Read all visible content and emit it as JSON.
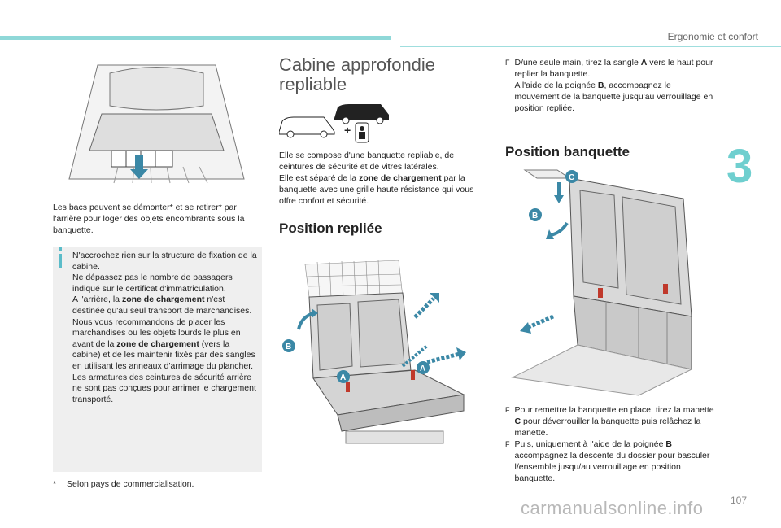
{
  "header": {
    "title": "Ergonomie et confort",
    "chapter": "3"
  },
  "page_number": "107",
  "watermark": "carmanualsonline.info",
  "left": {
    "intro": "Les bacs peuvent se démonter* et se retirer* par l'arrière pour loger des objets encombrants sous la banquette.",
    "note_lines": [
      "N'accrochez rien sur la structure de fixation de la cabine.",
      "Ne dépassez pas le nombre de passagers indiqué sur le certificat d'immatriculation.",
      "A l'arrière, la ",
      "zone de chargement",
      " n'est destinée qu'au seul transport de marchandises.",
      "Nous vous recommandons de placer les marchandises ou les objets lourds le plus en avant de la ",
      "zone de chargement",
      " (vers la cabine) et de les maintenir fixés par des sangles en utilisant les anneaux d'arrimage du plancher.",
      "Les armatures des ceintures de sécurité arrière ne sont pas conçues pour arrimer le chargement transporté."
    ],
    "footnote_star": "*",
    "footnote": "Selon pays de commercialisation."
  },
  "middle": {
    "title": "Cabine approfondie repliable",
    "intro_a": "Elle se compose d'une banquette repliable, de ceintures de sécurité et de vitres latérales.",
    "intro_b": "Elle est séparé de la ",
    "intro_bold": "zone de chargement",
    "intro_c": " par la banquette avec une grille haute résistance qui vous offre confort et sécurité.",
    "section": "Position repliée",
    "labels": {
      "b": "B",
      "a1": "A",
      "a2": "A"
    }
  },
  "right": {
    "step1_a": "D/une seule main, tirez la sangle ",
    "step1_bold": "A",
    "step1_b": " vers le haut pour replier la banquette.",
    "step1_c": "A l'aide de la poignée ",
    "step1_bold2": "B",
    "step1_d": ", accompagnez le mouvement de la banquette jusqu'au verrouillage en position repliée.",
    "section": "Position banquette",
    "labels": {
      "c": "C",
      "b": "B"
    },
    "step2_a": "Pour remettre la banquette en place, tirez la manette ",
    "step2_bold": "C",
    "step2_b": " pour déverrouiller la banquette puis relâchez la manette.",
    "step3_a": "Puis, uniquement à l'aide de la poignée ",
    "step3_bold": "B",
    "step3_b": " accompagnez la descente du dossier pour basculer l/ensemble jusqu/au verrouillage en position banquette.",
    "bullet": "F"
  },
  "colors": {
    "accent": "#5bbcc9",
    "teal_bar": "#8fd8d8",
    "chapter": "#6fcfcf",
    "arrow": "#3b88a6",
    "handle": "#c0392b"
  }
}
